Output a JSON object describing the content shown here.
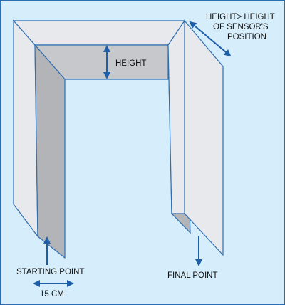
{
  "colors": {
    "background": "#d6eefb",
    "panel_light": "#e8e9ed",
    "panel_mid": "#c7c8cc",
    "panel_dark": "#b3b4b8",
    "panel_stroke": "#2f6eaf",
    "arrow": "#1f5fa8",
    "frame_border": "#2a6fb0",
    "text": "#111111"
  },
  "labels": {
    "height_condition_line1": "HEIGHT> HEIGHT",
    "height_condition_line2": "OF SENSOR'S",
    "height_condition_line3": "POSITION",
    "height": "HEIGHT",
    "starting_point": "STARTING POINT",
    "final_point": "FINAL POINT",
    "width": "15 CM"
  }
}
